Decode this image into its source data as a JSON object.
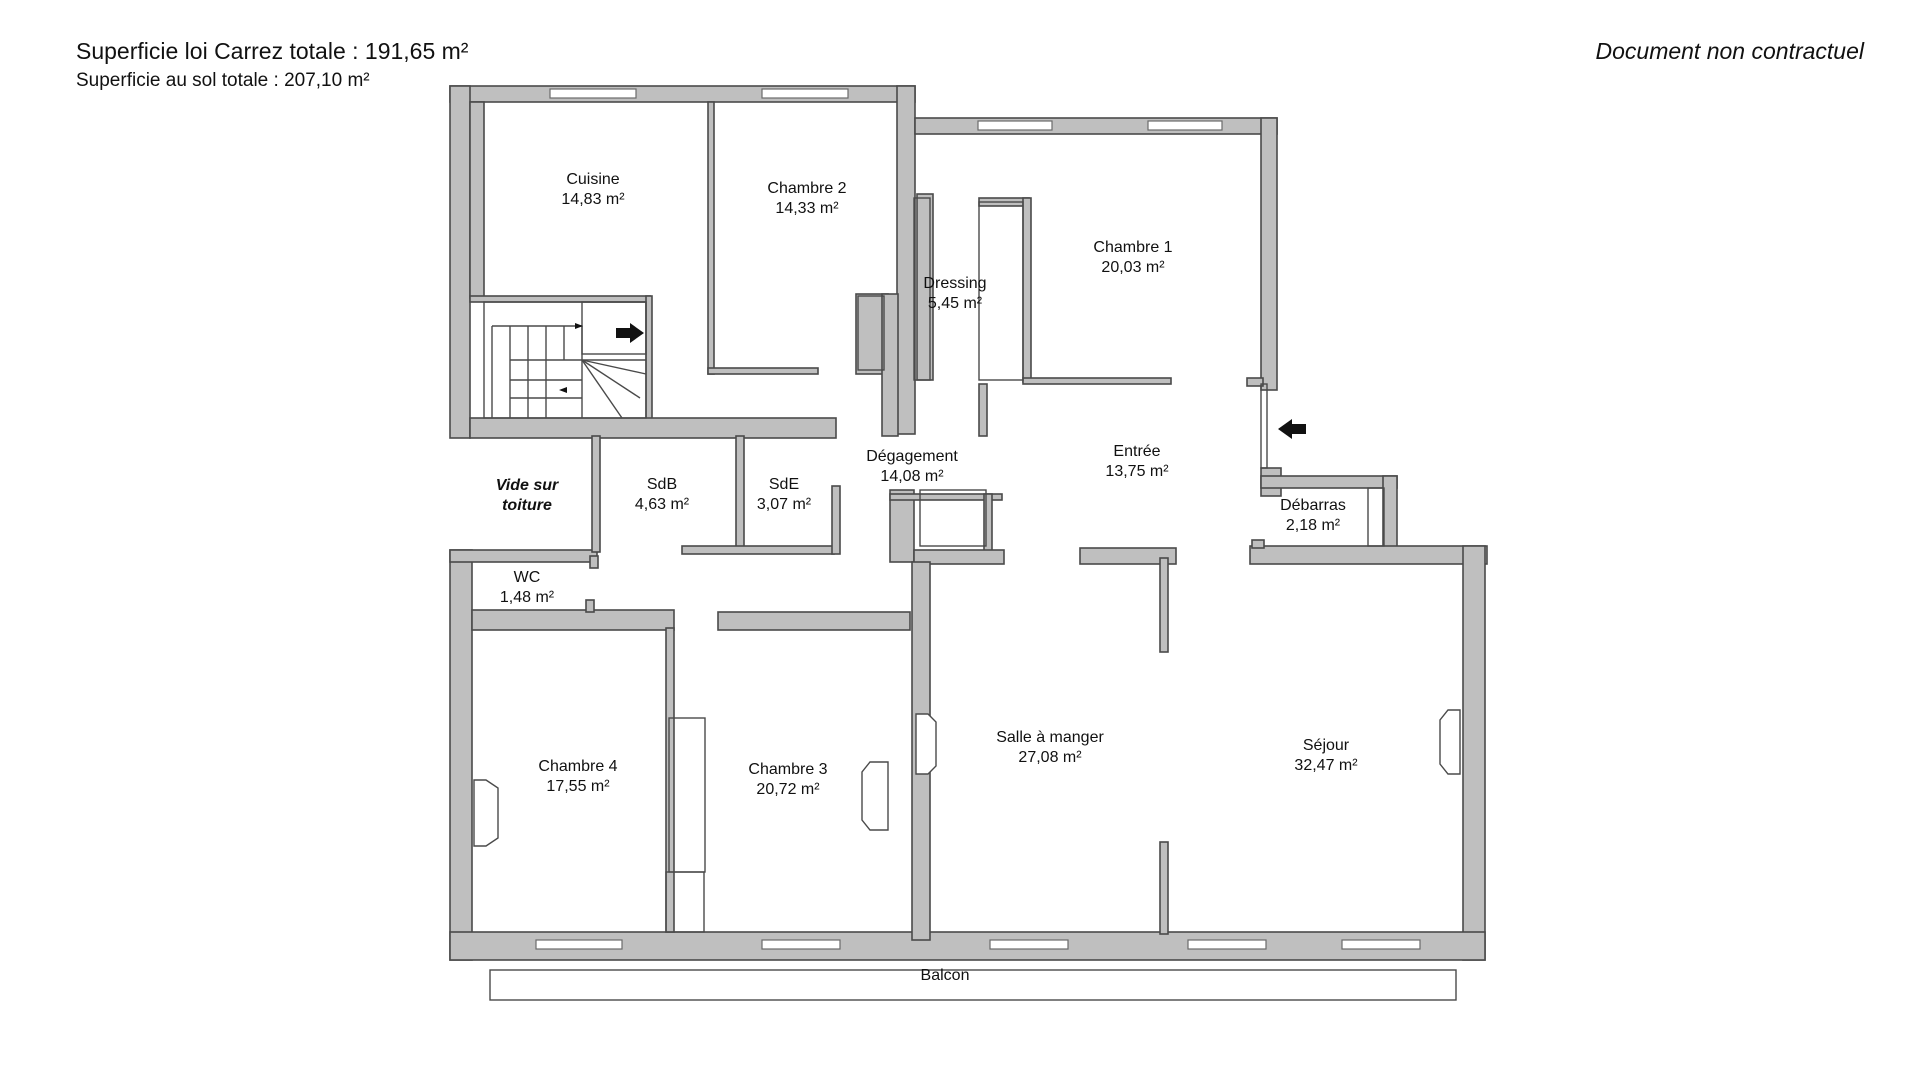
{
  "header": {
    "carrez": "Superficie loi Carrez totale :  191,65 m²",
    "sol": "Superficie au sol totale :  207,10 m²",
    "disclaimer": "Document non contractuel"
  },
  "rooms": {
    "cuisine": {
      "name": "Cuisine",
      "area": "14,83 m²"
    },
    "chambre2": {
      "name": "Chambre 2",
      "area": "14,33 m²"
    },
    "dressing": {
      "name": "Dressing",
      "area": "5,45 m²"
    },
    "chambre1": {
      "name": "Chambre 1",
      "area": "20,03 m²"
    },
    "degagement": {
      "name": "Dégagement",
      "area": "14,08 m²"
    },
    "entree": {
      "name": "Entrée",
      "area": "13,75 m²"
    },
    "sdb": {
      "name": "SdB",
      "area": "4,63 m²"
    },
    "sde": {
      "name": "SdE",
      "area": "3,07 m²"
    },
    "vide": {
      "line1": "Vide sur",
      "line2": "toiture"
    },
    "debarras": {
      "name": "Débarras",
      "area": "2,18 m²"
    },
    "wc": {
      "name": "WC",
      "area": "1,48 m²"
    },
    "chambre4": {
      "name": "Chambre 4",
      "area": "17,55 m²"
    },
    "chambre3": {
      "name": "Chambre 3",
      "area": "20,72 m²"
    },
    "salle": {
      "name": "Salle à manger",
      "area": "27,08 m²"
    },
    "sejour": {
      "name": "Séjour",
      "area": "32,47 m²"
    },
    "balcon": {
      "name": "Balcon"
    }
  }
}
